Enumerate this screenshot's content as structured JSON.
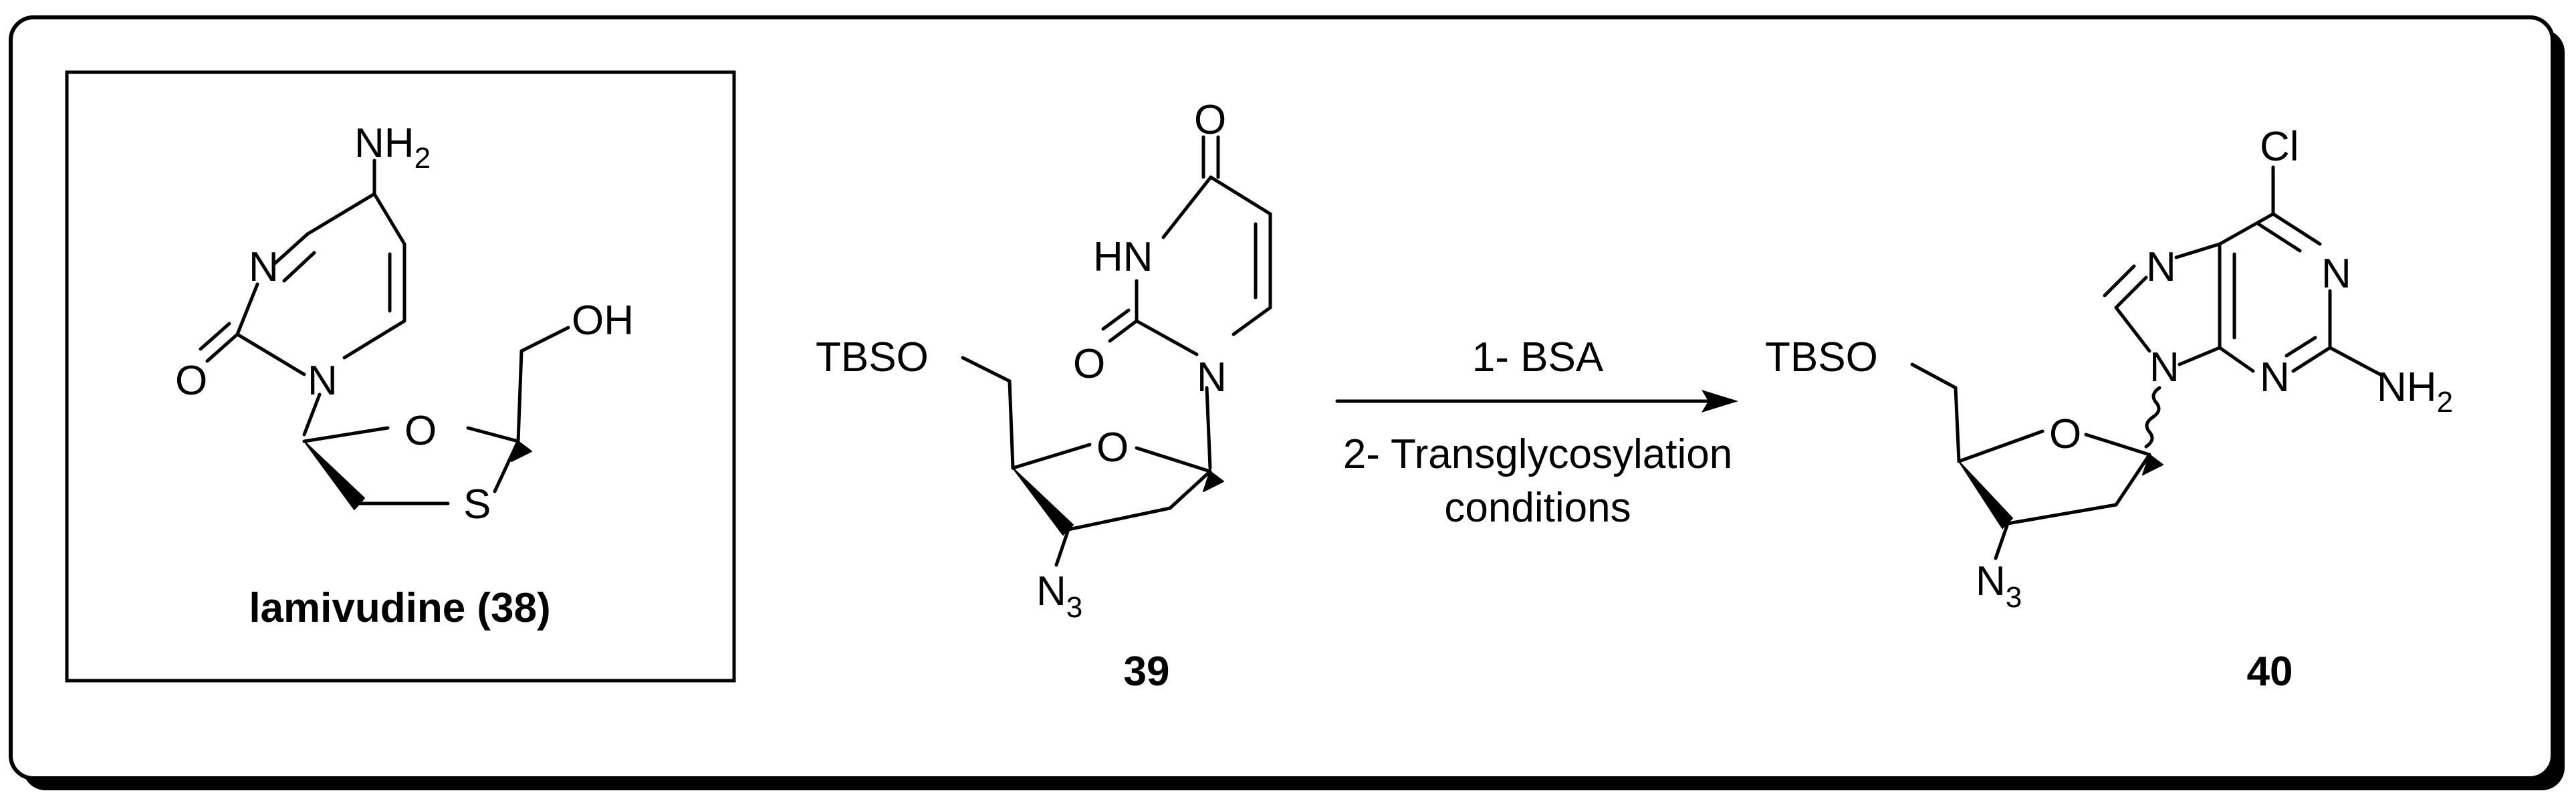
{
  "lamivudine": {
    "caption": "lamivudine (38)",
    "NH": "NH",
    "NH_sub": "2",
    "N": "N",
    "N1": "N",
    "O_carbonyl": "O",
    "O_ring": "O",
    "S": "S",
    "OH": "OH"
  },
  "compound39": {
    "label": "39",
    "TBSO": "TBSO",
    "O_ring": "O",
    "HN": "HN",
    "O_top": "O",
    "O_left": "O",
    "N1": "N",
    "N3": "N",
    "N3_sub": "3"
  },
  "reaction": {
    "step1": "1- BSA",
    "step2_line1": "2- Transglycosylation",
    "step2_line2": "conditions"
  },
  "compound40": {
    "label": "40",
    "TBSO": "TBSO",
    "O_ring": "O",
    "Cl": "Cl",
    "N7": "N",
    "N1": "N",
    "N3": "N",
    "N9": "N",
    "NH": "NH",
    "NH_sub": "2",
    "N3az": "N",
    "N3az_sub": "3"
  }
}
